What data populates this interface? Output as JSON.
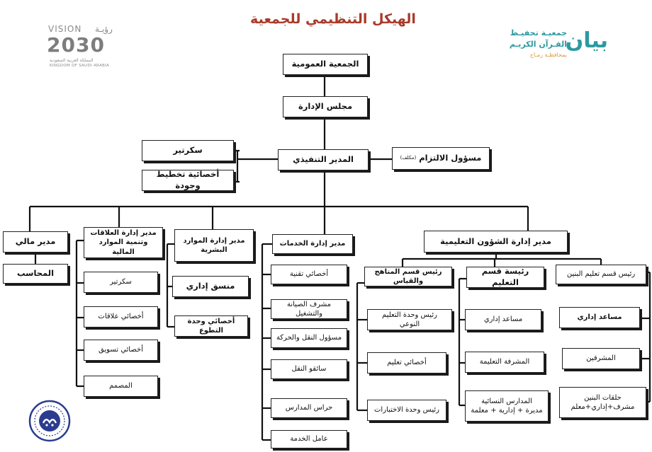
{
  "title": "الهيكل التنظيمي للجمعية",
  "logos": {
    "vision": {
      "line1": "VISION",
      "line1_ar": "رؤيـة",
      "year": "2030",
      "kingdom_ar": "المملكة العربية السعودية",
      "kingdom_en": "KINGDOM OF SAUDI ARABIA"
    },
    "association": {
      "line1": "جمعيـة تحفيـظ",
      "line2": "القـرآن الكريـم",
      "line3": "بمحافظـة رمـاح",
      "mark": "بيان"
    }
  },
  "nodes": {
    "general_assembly": "الجمعية العمومية",
    "board": "مجلس الإدارة",
    "executive_director": "المدير التنفيذي",
    "secretary_top": "سكرتير",
    "planning_quality": "أخصائية تخطيط وجودة",
    "compliance_officer": "مسؤول الالتزام",
    "compliance_note": "(مكلف)",
    "finance_manager": "مدير مالي",
    "accountant": "المحاسب",
    "relations_manager": "مدير إدارة العلاقات وتنمية الموارد المالية",
    "relations_secretary": "سكرتير",
    "relations_specialist": "أخصائي علاقات",
    "marketing_specialist": "أخصائي تسويق",
    "designer": "المصمم",
    "hr_manager": "مدير إدارة الموارد البشرية",
    "admin_coordinator": "منسق إداري",
    "volunteer_specialist": "أخصائي وحدة التطوع",
    "services_manager": "مدير إدارة الخدمات",
    "it_specialist": "أخصائي تقنية",
    "maintenance_supervisor": "مشرف الصيانة والتشغيل",
    "transport_officer": "مسؤول النقل والحركة",
    "drivers": "سائقو النقل",
    "school_guards": "حراس المدارس",
    "service_worker": "عامل الخدمة",
    "edu_affairs_manager": "مدير إدارة الشؤون التعليمية",
    "curriculum_head": "رئيس قسم المناهج والقياس",
    "qualitative_unit_head": "رئيس وحدة التعليم النوعي",
    "edu_specialist": "أخصائي تعليم",
    "exams_unit_head": "رئيس وحدة الاختبارات",
    "teaching_head_f": "رئيسة قسم التعليم",
    "admin_assistant_f": "مساعد إداري",
    "edu_supervisor_f": "المشرفة التعليمة",
    "women_schools": "المدارس النسائية",
    "women_schools_detail": "مديرة + إدارية + معلمة",
    "boys_teaching_head": "رئيس قسم تعليم البنين",
    "admin_assistant_m": "مساعد إداري",
    "supervisors_m": "المشرفين",
    "boys_circles": "حلقات البنين",
    "boys_circles_detail": "مشرف+إداري+معلم"
  },
  "colors": {
    "title": "#a83a2a",
    "association_teal": "#2c9aa0",
    "association_gold": "#d79a3d",
    "box_border": "#222222",
    "connector": "#111111"
  }
}
